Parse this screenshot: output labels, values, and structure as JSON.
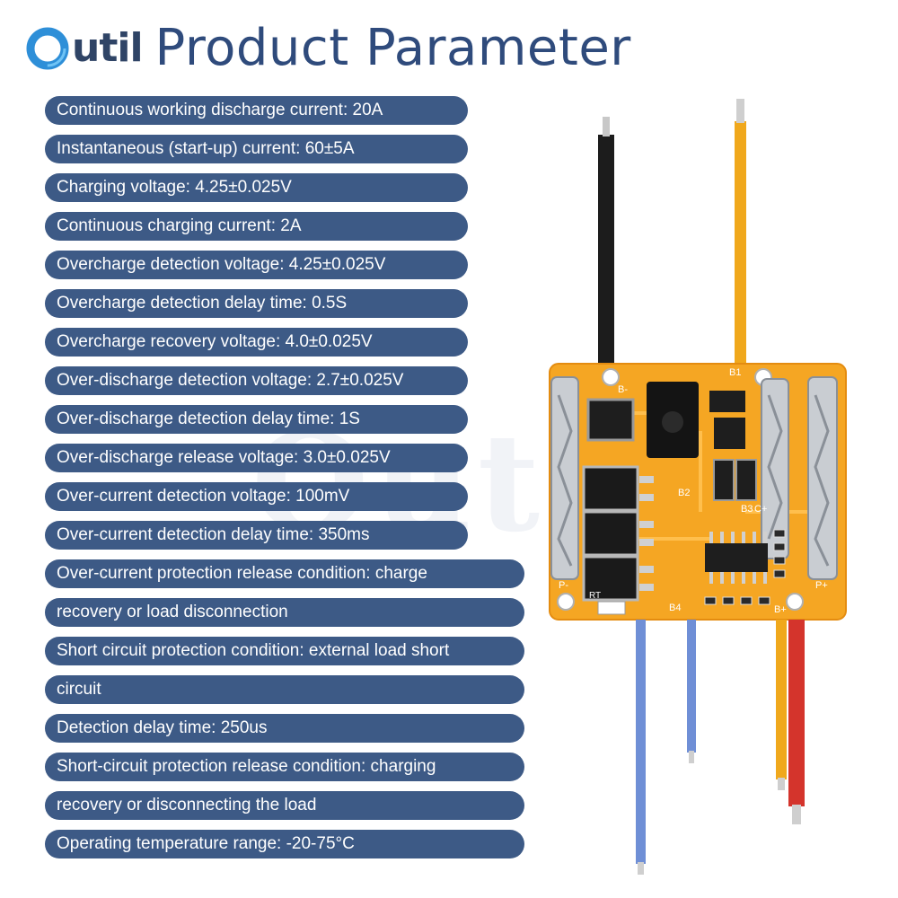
{
  "brand": {
    "logo_text": "Outil"
  },
  "header": {
    "title": "Product Parameter"
  },
  "params": [
    {
      "text": "Continuous working discharge current: 20A"
    },
    {
      "text": "Instantaneous (start-up) current: 60±5A"
    },
    {
      "text": "Charging voltage: 4.25±0.025V"
    },
    {
      "text": "Continuous charging current: 2A"
    },
    {
      "text": "Overcharge detection voltage: 4.25±0.025V"
    },
    {
      "text": "Overcharge detection delay time: 0.5S"
    },
    {
      "text": "Overcharge recovery voltage: 4.0±0.025V"
    },
    {
      "text": "Over-discharge detection voltage: 2.7±0.025V"
    },
    {
      "text": "Over-discharge detection delay time: 1S"
    },
    {
      "text": "Over-discharge release voltage: 3.0±0.025V"
    },
    {
      "text": "Over-current detection voltage: 100mV"
    },
    {
      "text": "Over-current detection delay time: 350ms"
    },
    {
      "text": "Over-current protection release condition: charge"
    },
    {
      "text": "recovery or load disconnection"
    },
    {
      "text": "Short circuit protection condition: external load short"
    },
    {
      "text": "circuit"
    },
    {
      "text": "Detection delay time: 250us"
    },
    {
      "text": "Short-circuit protection release condition: charging"
    },
    {
      "text": "recovery or disconnecting the load"
    },
    {
      "text": "Operating temperature range: -20-75°C"
    }
  ],
  "colors": {
    "pill_bg": "#3d5a86",
    "title": "#2f4b7c",
    "logo_blue": "#2e8fd8",
    "pcb": "#f5a623"
  },
  "board_labels": {
    "b_minus": "B-",
    "b1": "B1",
    "b2": "B2",
    "b3": "B3",
    "b4": "B4",
    "b_plus": "B+",
    "p_minus": "P-",
    "p_plus": "P+",
    "c_plus": "C+",
    "rt": "RT"
  }
}
